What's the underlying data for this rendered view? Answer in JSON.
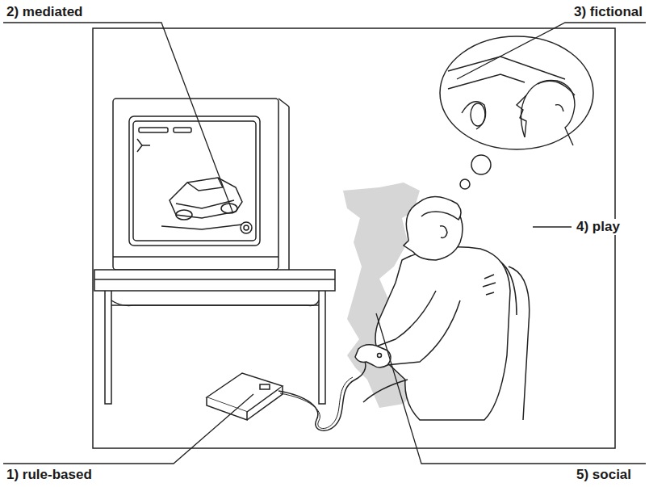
{
  "diagram": {
    "labels": [
      "2) mediated",
      "3) fictional",
      "4) play",
      "1) rule-based",
      "5) social"
    ]
  }
}
